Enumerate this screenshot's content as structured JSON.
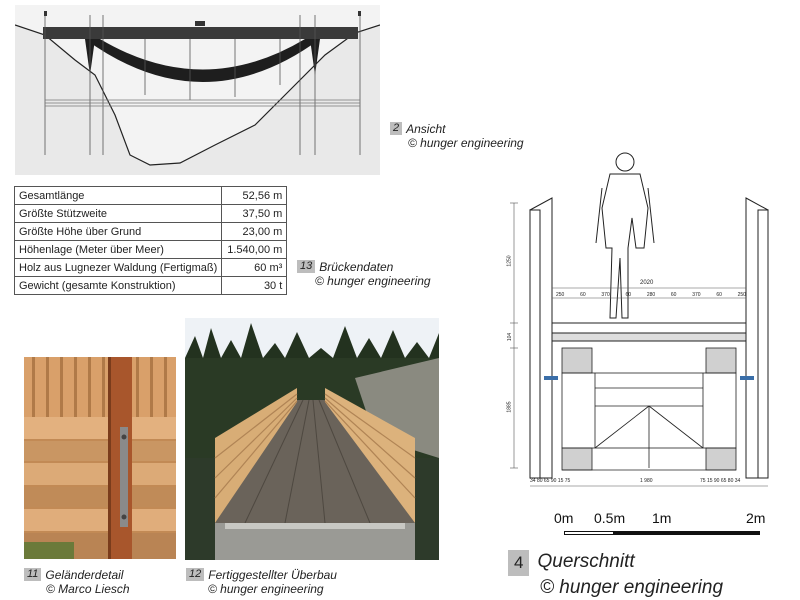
{
  "fig2": {
    "num": "2",
    "title": "Ansicht",
    "credit": "© hunger engineering"
  },
  "bridge_data": {
    "rows": [
      {
        "label": "Gesamtlänge",
        "value": "52,56 m"
      },
      {
        "label": "Größte Stützweite",
        "value": "37,50 m"
      },
      {
        "label": "Größte Höhe über Grund",
        "value": "23,00 m"
      },
      {
        "label": "Höhenlage (Meter über Meer)",
        "value": "1.540,00 m"
      },
      {
        "label": "Holz aus Lugnezer Waldung (Fertigmaß)",
        "value": "60 m³"
      },
      {
        "label": "Gewicht (gesamte Konstruktion)",
        "value": "30 t"
      }
    ]
  },
  "fig13": {
    "num": "13",
    "title": "Brückendaten",
    "credit": "© hunger engineering"
  },
  "fig11": {
    "num": "11",
    "title": "Geländerdetail",
    "credit": "© Marco Liesch"
  },
  "fig12": {
    "num": "12",
    "title": "Fertiggestellter Überbau",
    "credit": "© hunger engineering"
  },
  "fig4": {
    "num": "4",
    "title": "Querschnitt",
    "credit": "© hunger engineering"
  },
  "scale": {
    "labels": [
      "0m",
      "0.5m",
      "1m",
      "2m"
    ]
  },
  "section_dims": {
    "top": "2020",
    "row": [
      "250",
      "60",
      "370",
      "60",
      "280",
      "60",
      "370",
      "60",
      "250"
    ],
    "bottom_mid": "1 980",
    "bottom_left": "34  80 65 90 15 75",
    "bottom_right": "75 15 90 65 80  34",
    "left_upper": "1250",
    "left_mid": "104",
    "left_lower": "1885"
  }
}
